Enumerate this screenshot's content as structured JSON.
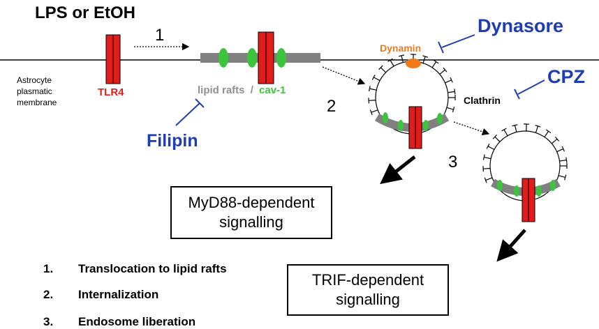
{
  "top_title": "LPS or EtOH",
  "membrane_label": [
    "Astrocyte",
    "plasmatic",
    "membrane"
  ],
  "receptor_label": "TLR4",
  "steps": [
    "1",
    "2",
    "3"
  ],
  "lipid_rafts_label": "lipid rafts",
  "slash": "/",
  "cav_label": "cav-1",
  "inhibitors": {
    "filipin": "Filipin",
    "dynasore": "Dynasore",
    "cpz": "CPZ"
  },
  "dynamin_label": "Dynamin",
  "clathrin_label": "Clathrin",
  "outcomes": {
    "myd88": [
      "MyD88-dependent",
      "signalling"
    ],
    "trif": [
      "TRIF-dependent",
      "signalling"
    ]
  },
  "legend": [
    {
      "num": "1.",
      "text": "Translocation to lipid rafts"
    },
    {
      "num": "2.",
      "text": "Internalization"
    },
    {
      "num": "3.",
      "text": "Endosome liberation"
    }
  ],
  "colors": {
    "receptor": "#e21b1b",
    "raft": "#808080",
    "cav": "#3cc43c",
    "inhibitor": "#1f3db3",
    "dynamin": "#f07a1a",
    "line": "#000000"
  }
}
